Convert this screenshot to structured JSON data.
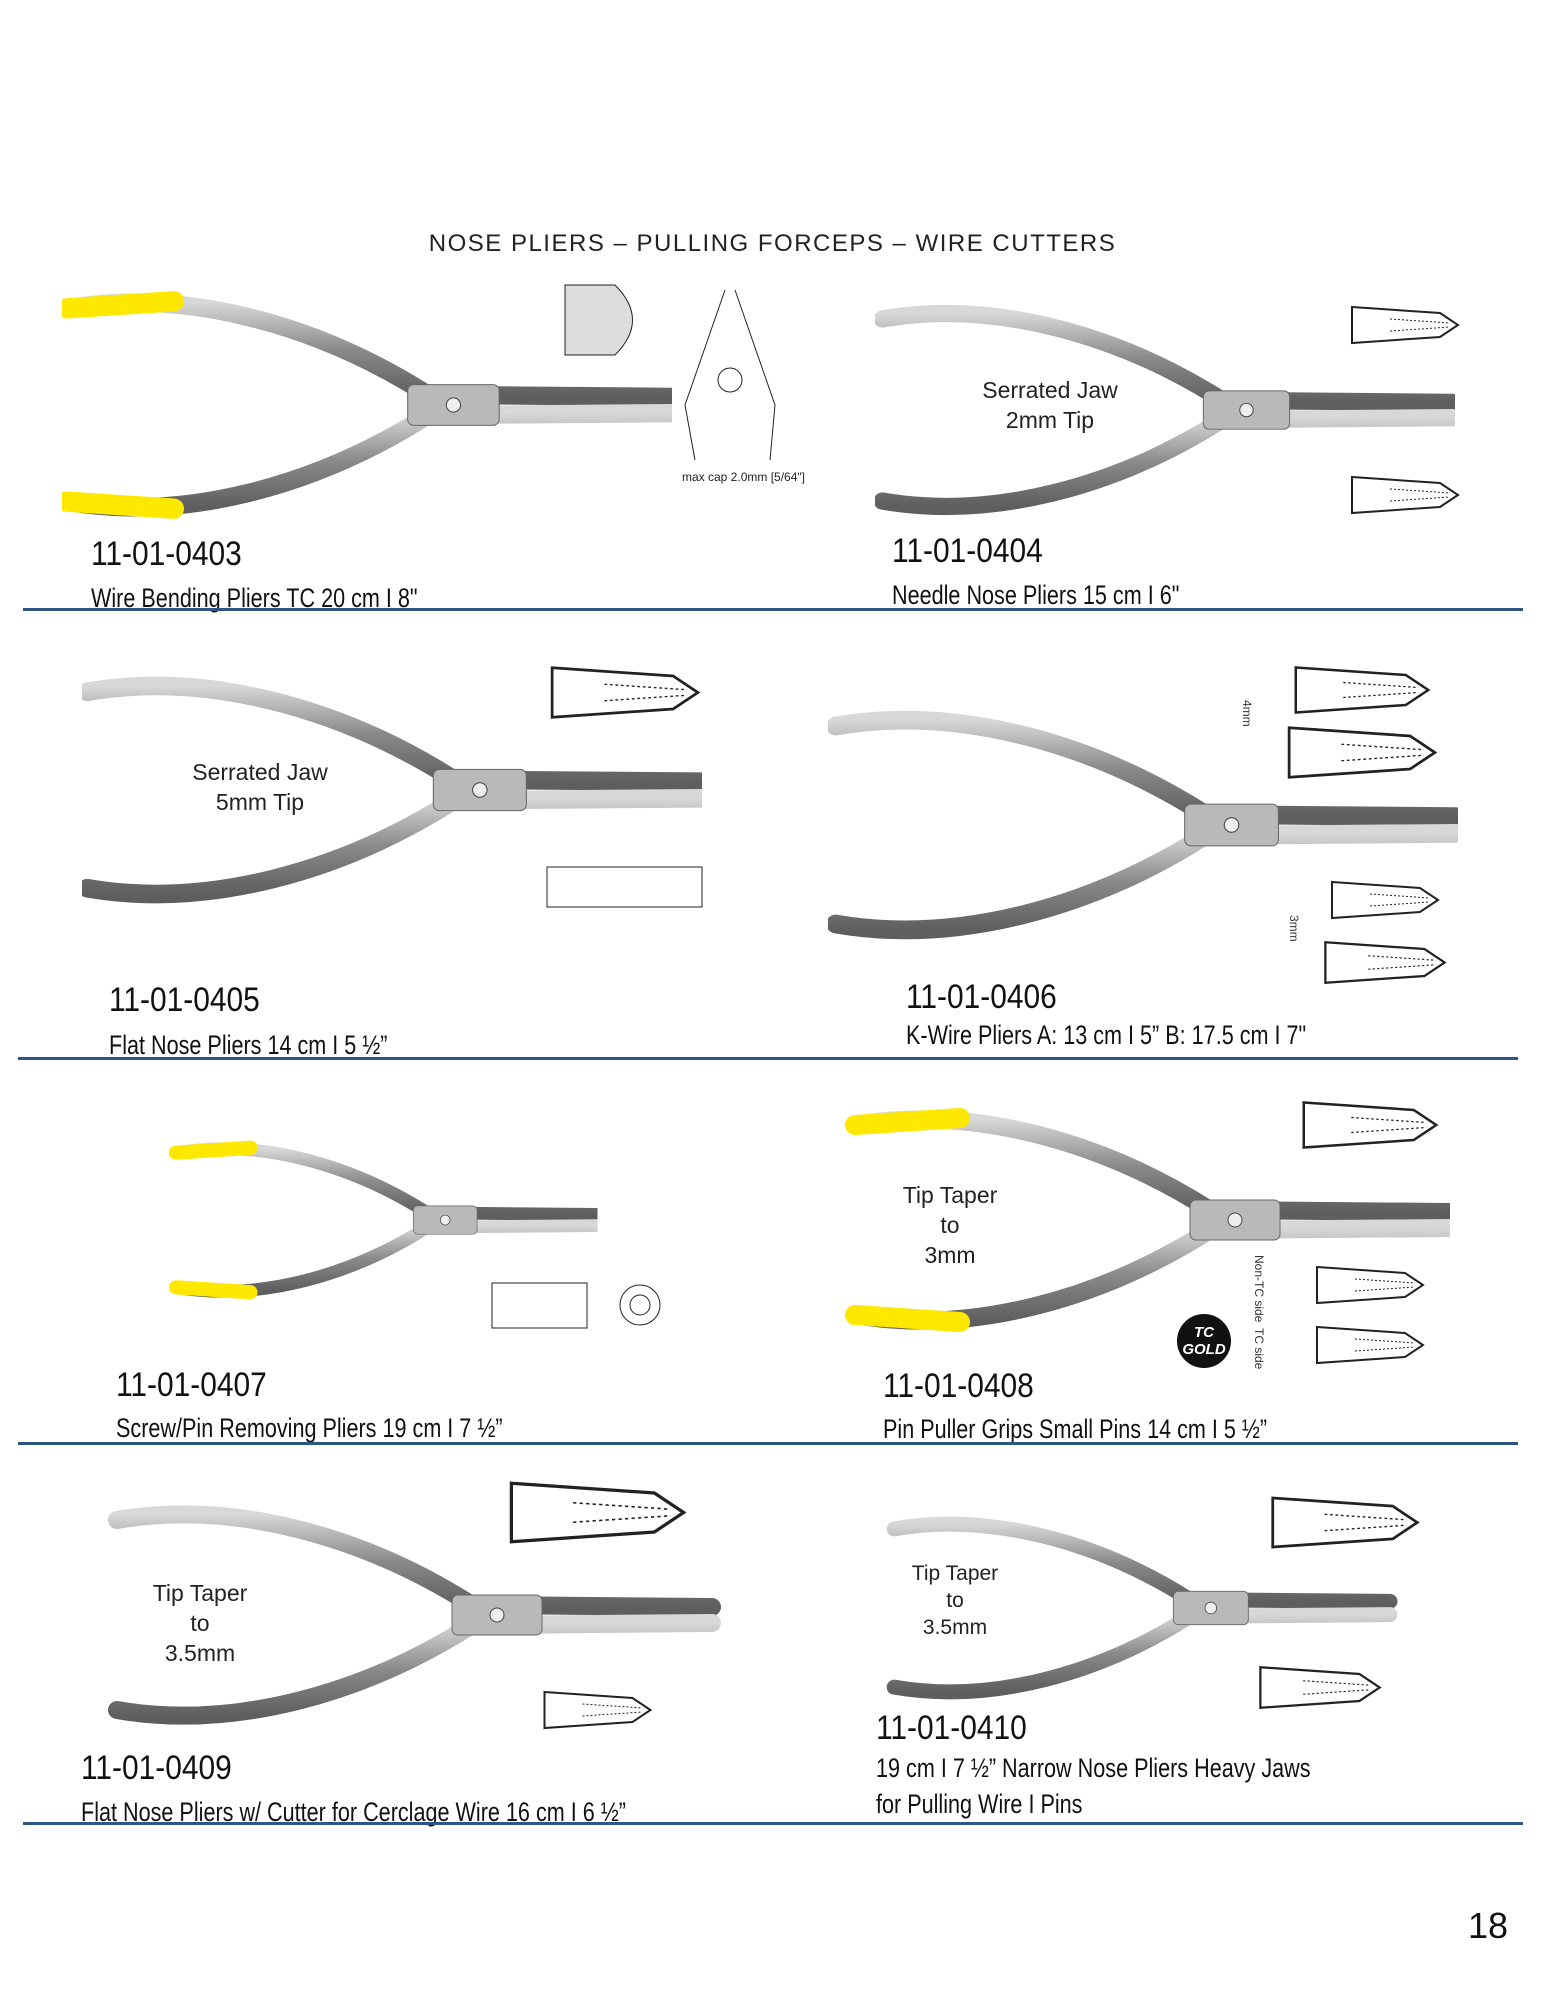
{
  "header": {
    "title": "NOSE PLIERS – PULLING FORCEPS – WIRE CUTTERS"
  },
  "products": [
    {
      "code": "11-01-0403",
      "desc": "Wire Bending Pliers TC 20 cm I 8\"",
      "notes": [
        "max cap 2.0mm [5/64\"]"
      ]
    },
    {
      "code": "11-01-0404",
      "desc": "Needle Nose Pliers 15 cm I 6\"",
      "notes": [
        "Serrated  Jaw",
        "2mm Tip"
      ]
    },
    {
      "code": "11-01-0405",
      "desc": "Flat Nose Pliers 14 cm I 5 ½”",
      "notes": [
        "Serrated Jaw",
        "5mm Tip"
      ]
    },
    {
      "code": "11-01-0406",
      "desc": "K-Wire Pliers A: 13 cm I 5” B: 17.5 cm I 7\"",
      "notes": [
        "4mm",
        "3mm"
      ]
    },
    {
      "code": "11-01-0407",
      "desc": "Screw/Pin Removing Pliers 19 cm I 7 ½”",
      "notes": []
    },
    {
      "code": "11-01-0408",
      "desc": "Pin Puller Grips Small Pins 14 cm I 5 ½”",
      "notes": [
        "Tip Taper",
        "to",
        "3mm",
        "Non-TC side",
        "TC side",
        "TC",
        "GOLD"
      ]
    },
    {
      "code": "11-01-0409",
      "desc": "Flat Nose Pliers w/ Cutter for Cerclage Wire 16 cm I 6 ½”",
      "notes": [
        "Tip Taper",
        "to",
        "3.5mm"
      ]
    },
    {
      "code": "11-01-0410",
      "desc": "19 cm I 7 ½” Narrow Nose Pliers Heavy Jaws",
      "desc2": "for Pulling Wire I Pins",
      "notes": [
        "Tip Taper",
        "to",
        "3.5mm"
      ]
    }
  ],
  "footer": {
    "page_number": "18"
  },
  "colors": {
    "rule": "#2d5586",
    "tc_yellow": "#ffe800"
  }
}
